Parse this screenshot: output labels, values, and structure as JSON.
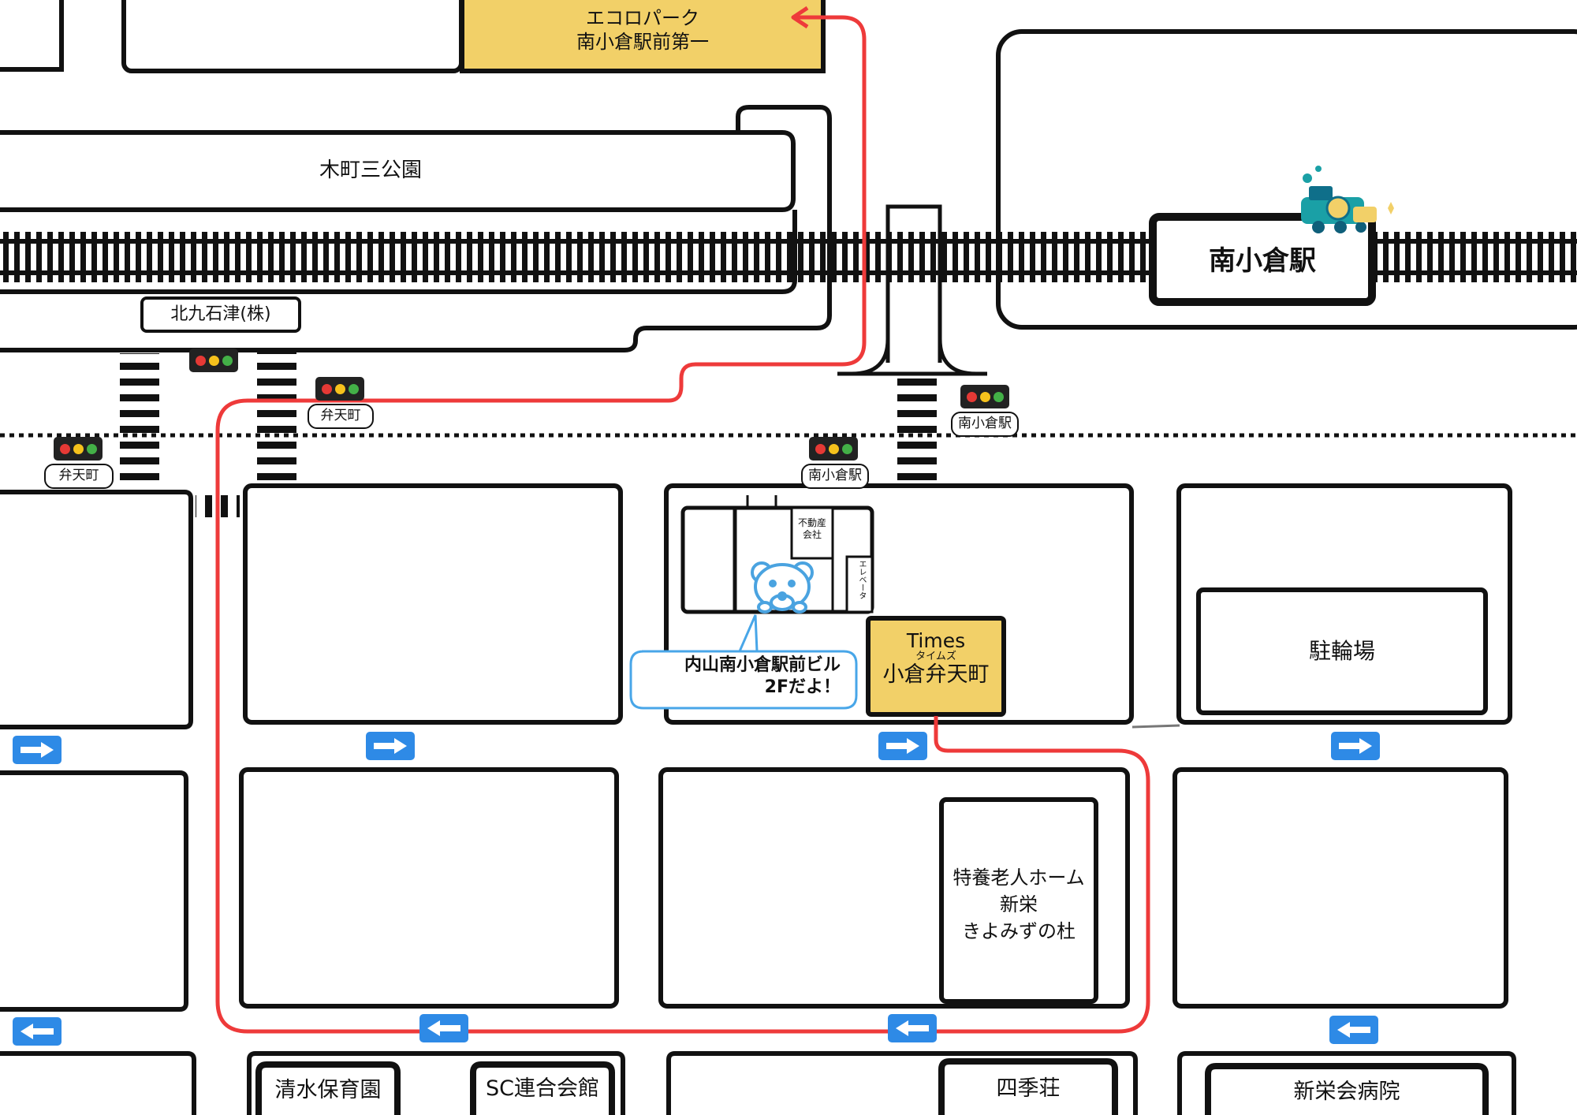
{
  "colors": {
    "route": "#ee3a3a",
    "parking_fill": "#f2d068",
    "arrow_blue": "#2e8ae6",
    "bear_blue": "#4aa3e0",
    "speech_border": "#48a6e8"
  },
  "parking": {
    "ecoro_line1": "エコロパーク",
    "ecoro_line2": "南小倉駅前第一",
    "times_brand": "Times",
    "times_ruby": "タイムズ",
    "times_name": "小倉弁天町"
  },
  "landmarks": {
    "park": "木町三公園",
    "company": "北九石津(株)",
    "station": "南小倉駅",
    "bicycle_parking": "駐輪場",
    "nursing_home_line1": "特養老人ホーム",
    "nursing_home_line2": "新栄",
    "nursing_home_line3": "きよみずの杜",
    "nursery": "清水保育園",
    "hall": "SC連合会館",
    "shikiso": "四季荘",
    "hospital": "新栄会病院"
  },
  "signals": {
    "benten_left": "弁天町",
    "benten_center": "弁天町",
    "minamikokura_center": "南小倉駅",
    "minamikokura_right": "南小倉駅"
  },
  "building": {
    "realestate_line1": "不動産",
    "realestate_line2": "会社",
    "elevator": "エレベータ",
    "bubble_line1": "内山南小倉駅前ビル",
    "bubble_line2": "2Fだよ！"
  },
  "icons": {
    "traffic_light": "traffic-light-icon",
    "one_way_right": "arrow-right-icon",
    "one_way_left": "arrow-left-icon",
    "mascot": "bear-mascot-icon",
    "train": "train-icon"
  }
}
